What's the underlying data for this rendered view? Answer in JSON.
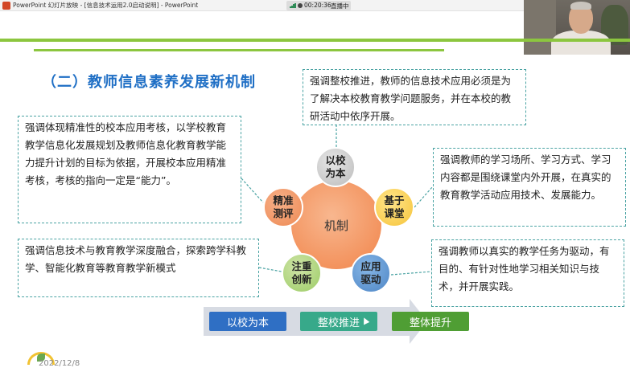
{
  "window": {
    "title": "PowerPoint 幻灯片放映 - [信息技术运用2.0启动说明] - PowerPoint"
  },
  "meeting": {
    "time": "00:20:36",
    "status": "直播中"
  },
  "slide": {
    "title": "（二）教师信息素养发展新机制",
    "center_label": "机制",
    "nodes": {
      "top": "以校\n为本",
      "left": "精准\n测评",
      "right": "基于\n课堂",
      "bottom_left": "注重\n创新",
      "bottom_right": "应用\n驱动"
    },
    "boxes": {
      "top_center": "强调整校推进，教师的信息技术应用必须是为了解决本校教育教学问题服务，并在本校的教研活动中依序开展。",
      "top_left": "强调体现精准性的校本应用考核，以学校教育教学信息化发展规划及教师信息化教育教学能力提升计划的目标为依据，开展校本应用精准考核，考核的指向一定是“能力”。",
      "right_top": "强调教师的学习场所、学习方式、学习内容都是围绕课堂内外开展，在真实的教育教学活动应用技术、发展能力。",
      "left_lower": "强调信息技术与教育教学深度融合，探索跨学科教学、智能化教育等教育教学新模式",
      "right_bottom": "强调教师以真实的教学任务为驱动，有目的、有针对性地学习相关知识与技术，并开展实践。"
    },
    "steps": [
      "以校为本",
      "整校推进",
      "整体提升"
    ],
    "date": "2022/12/8"
  },
  "colors": {
    "accent_green": "#8cc63f",
    "title_blue": "#1f6fc5",
    "dashed_border": "#4aa3a3"
  }
}
